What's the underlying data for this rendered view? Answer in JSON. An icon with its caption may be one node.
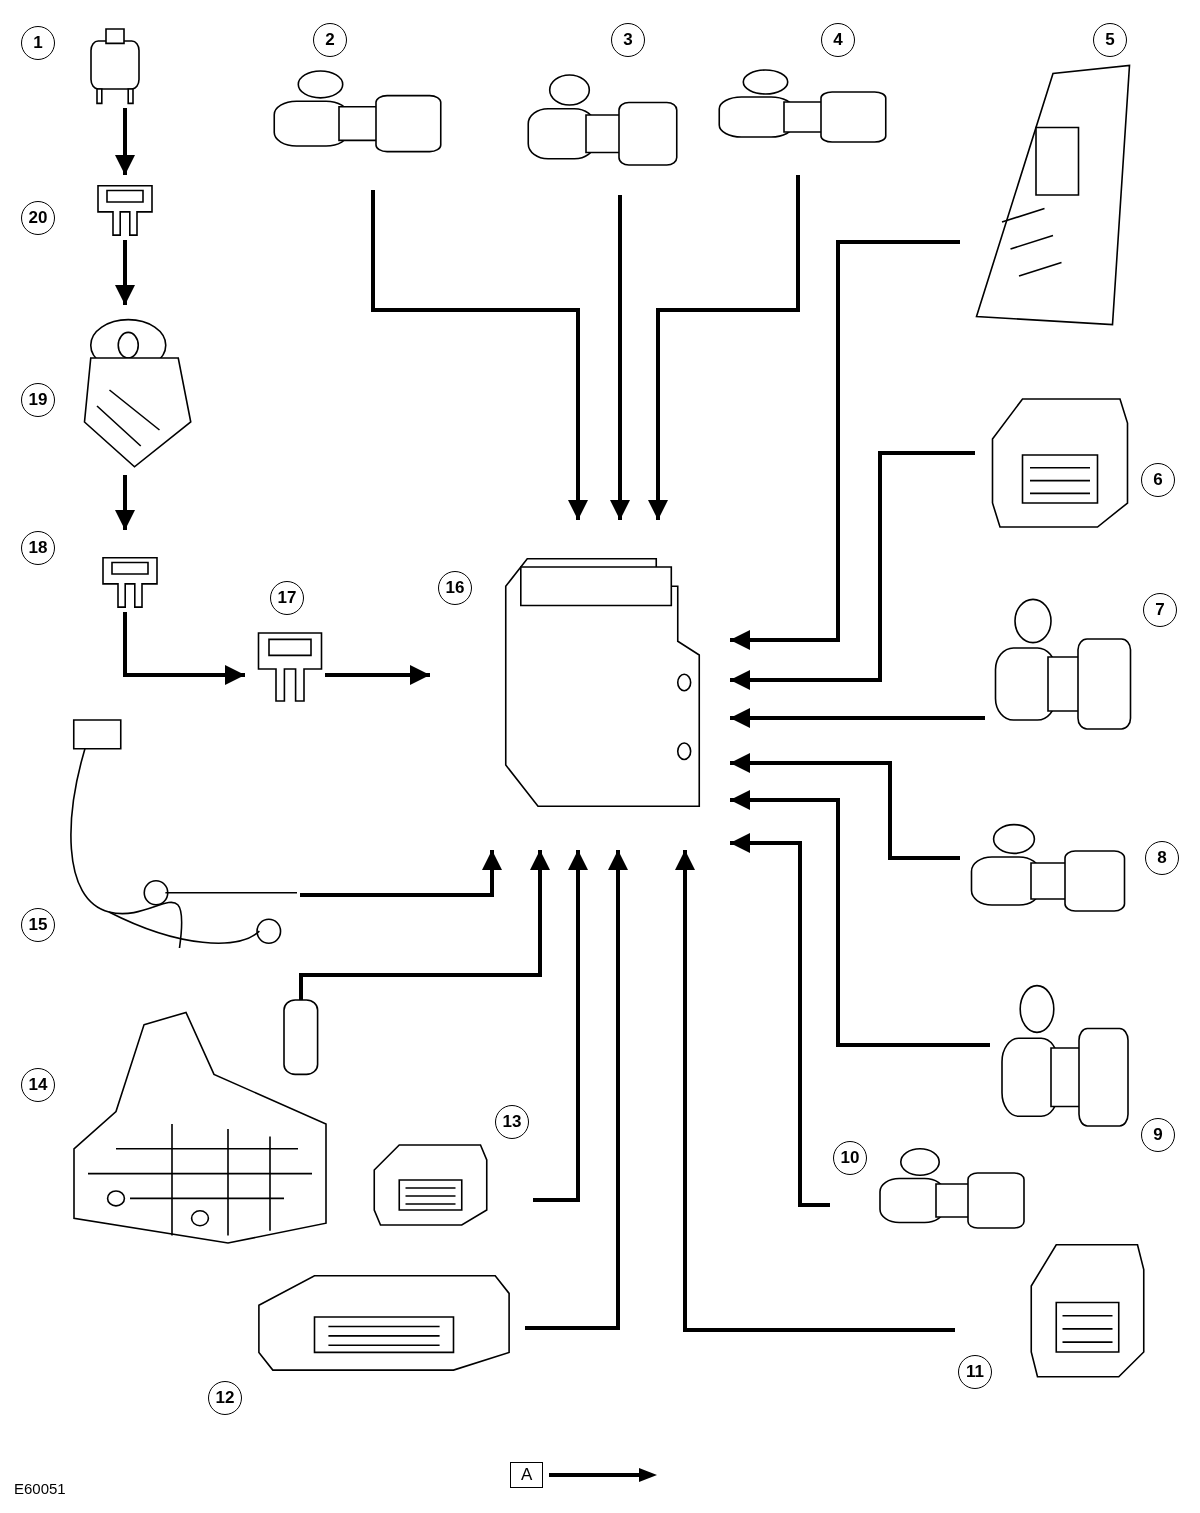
{
  "diagram": {
    "nodes": [
      {
        "text": [
          "1"
        ]
      },
      {
        "text": [
          "2"
        ]
      },
      {
        "text": [
          "3"
        ]
      },
      {
        "text": [
          "4"
        ]
      },
      {
        "text": [
          "5"
        ]
      },
      {
        "text": [
          "6"
        ]
      },
      {
        "text": [
          "7"
        ]
      },
      {
        "text": [
          "8"
        ]
      },
      {
        "text": [
          "9"
        ]
      },
      {
        "text": [
          "10"
        ]
      },
      {
        "text": [
          "11"
        ]
      },
      {
        "text": [
          "12"
        ]
      },
      {
        "text": [
          "13"
        ]
      },
      {
        "text": [
          "14"
        ]
      },
      {
        "text": [
          "15"
        ]
      },
      {
        "text": [
          "16"
        ]
      },
      {
        "text": [
          "17"
        ]
      },
      {
        "text": [
          "18"
        ]
      },
      {
        "text": [
          "19"
        ]
      },
      {
        "text": [
          "20"
        ]
      }
    ],
    "edges": [
      {
        "from": 0,
        "to": 19,
        "arrow": "to"
      },
      {
        "from": 19,
        "to": 18,
        "arrow": "to"
      },
      {
        "from": 18,
        "to": 17,
        "arrow": "to"
      },
      {
        "from": 17,
        "to": 16,
        "arrow": "to"
      },
      {
        "from": 16,
        "to": 15,
        "arrow": "to"
      },
      {
        "from": 1,
        "to": 15,
        "arrow": "to"
      },
      {
        "from": 2,
        "to": 15,
        "arrow": "to"
      },
      {
        "from": 3,
        "to": 15,
        "arrow": "to"
      },
      {
        "from": 4,
        "to": 15,
        "arrow": "to"
      },
      {
        "from": 5,
        "to": 15,
        "arrow": "to"
      },
      {
        "from": 6,
        "to": 15,
        "arrow": "to"
      },
      {
        "from": 7,
        "to": 15,
        "arrow": "to"
      },
      {
        "from": 8,
        "to": 15,
        "arrow": "to"
      },
      {
        "from": 9,
        "to": 15,
        "arrow": "to"
      },
      {
        "from": 10,
        "to": 15,
        "arrow": "to"
      },
      {
        "from": 11,
        "to": 15,
        "arrow": "to"
      },
      {
        "from": 12,
        "to": 15,
        "arrow": "to"
      },
      {
        "from": 13,
        "to": 15,
        "arrow": "to"
      },
      {
        "from": 14,
        "to": 15,
        "arrow": "to"
      }
    ],
    "labels": [
      "E60051"
    ],
    "legend": [
      {
        "text": "A"
      }
    ]
  }
}
